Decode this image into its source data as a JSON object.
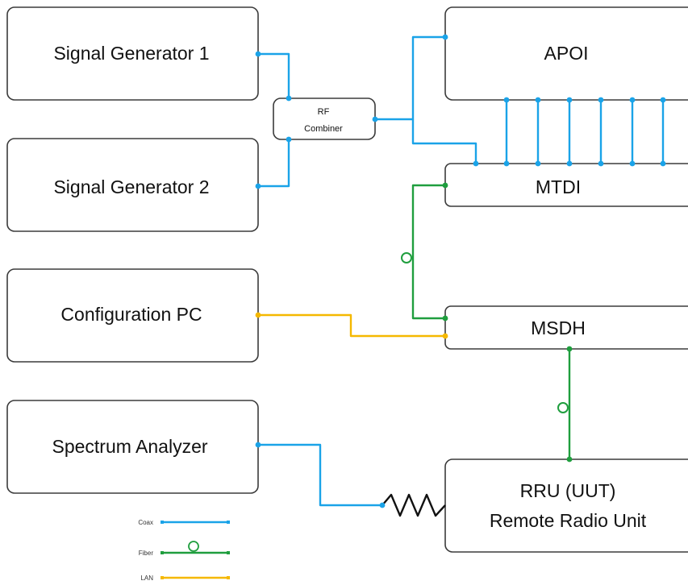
{
  "nodes": {
    "sig_gen_1": "Signal Generator 1",
    "sig_gen_2": "Signal Generator 2",
    "config_pc": "Configuration PC",
    "spectrum_analyzer": "Spectrum Analyzer",
    "rf_combiner_line1": "RF",
    "rf_combiner_line2": "Combiner",
    "apoi": "APOI",
    "mtdi": "MTDI",
    "msdh": "MSDH",
    "rru_line1": "RRU (UUT)",
    "rru_line2": "Remote Radio Unit"
  },
  "legend": {
    "coax": "Coax",
    "fiber": "Fiber",
    "lan": "LAN"
  },
  "colors": {
    "coax": "#1aa3e8",
    "fiber": "#1f9e3e",
    "lan": "#f5b800",
    "box_border": "#3b3b3b"
  }
}
